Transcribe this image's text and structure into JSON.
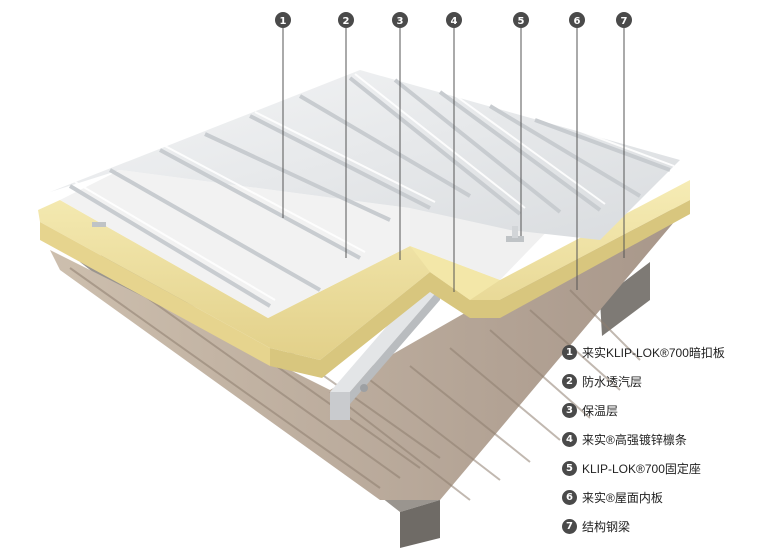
{
  "diagram": {
    "callouts": [
      "1",
      "2",
      "3",
      "4",
      "5",
      "6",
      "7"
    ],
    "legend": [
      {
        "num": "1",
        "text": "来实KLIP-LOK®700暗扣板"
      },
      {
        "num": "2",
        "text": "防水透汽层"
      },
      {
        "num": "3",
        "text": "保温层"
      },
      {
        "num": "4",
        "text": "来实®高强镀锌檩条"
      },
      {
        "num": "5",
        "text": "KLIP-LOK®700固定座"
      },
      {
        "num": "6",
        "text": "来实®屋面内板"
      },
      {
        "num": "7",
        "text": "结构钢梁"
      }
    ],
    "colors": {
      "roof_sheet": "#e6e8ea",
      "membrane": "#f2f2f2",
      "insulation": "#efe3a0",
      "purlin": "#d7d9dc",
      "liner": "#bfae9b",
      "beam": "#8e8a85",
      "badge": "#4a4a4a"
    }
  }
}
